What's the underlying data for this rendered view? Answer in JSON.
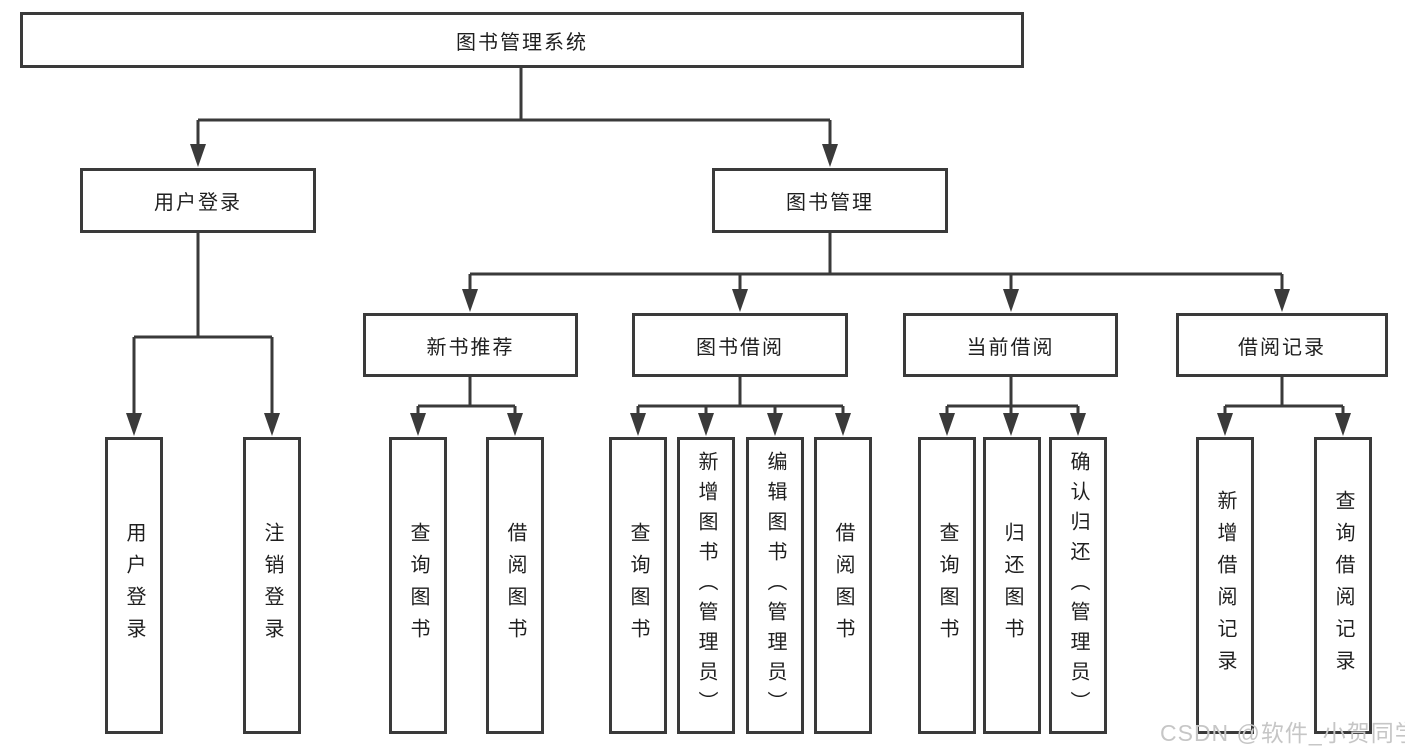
{
  "diagram": {
    "title": "图书管理系统",
    "level2": [
      {
        "label": "用户登录"
      },
      {
        "label": "图书管理"
      }
    ],
    "level3": [
      {
        "label": "新书推荐"
      },
      {
        "label": "图书借阅"
      },
      {
        "label": "当前借阅"
      },
      {
        "label": "借阅记录"
      }
    ],
    "leaves": [
      {
        "label": "用户登录"
      },
      {
        "label": "注销登录"
      },
      {
        "label": "查询图书"
      },
      {
        "label": "借阅图书"
      },
      {
        "label": "查询图书"
      },
      {
        "label": "新增图书（管理员）"
      },
      {
        "label": "编辑图书（管理员）"
      },
      {
        "label": "借阅图书"
      },
      {
        "label": "查询图书"
      },
      {
        "label": "归还图书"
      },
      {
        "label": "确认归还（管理员）"
      },
      {
        "label": "新增借阅记录"
      },
      {
        "label": "查询借阅记录"
      }
    ],
    "watermark": "CSDN @软件_小贺同学",
    "colors": {
      "line": "#3a3a3a",
      "text": "#1f1f1f",
      "watermark": "#c6c6c6",
      "background": "#ffffff"
    }
  }
}
